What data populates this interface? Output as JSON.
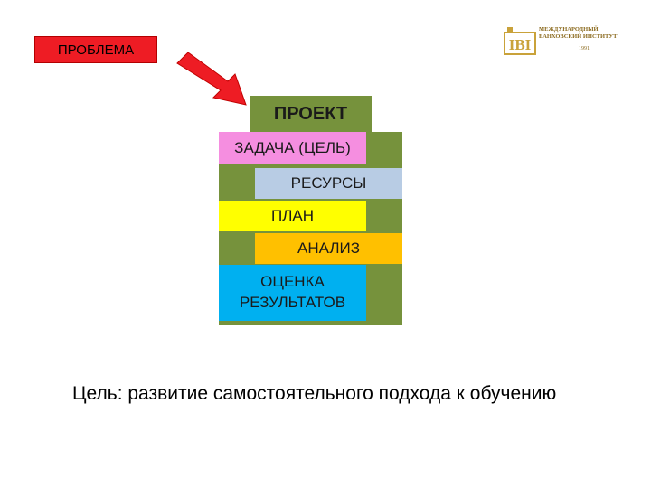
{
  "problem_label": "ПРОБЛЕМА",
  "project_label": "ПРОЕКТ",
  "blocks": {
    "task": "ЗАДАЧА (ЦЕЛЬ)",
    "resources": "РЕСУРСЫ",
    "plan": "ПЛАН",
    "analysis": "АНАЛИЗ",
    "evaluation_line1": "ОЦЕНКА",
    "evaluation_line2": "РЕЗУЛЬТАТОВ"
  },
  "goal_text": "Цель: развитие самостоятельного подхода к обучению",
  "logo": {
    "line1": "МЕЖДУНАРОДНЫЙ",
    "line2": "БАНХОВСКИЙ ИНСТИТУТ",
    "year": "1991"
  },
  "colors": {
    "problem": "#ee1c24",
    "arrow": "#ee1c24",
    "project": "#76923c",
    "task": "#f58ee0",
    "resources": "#b8cce4",
    "plan": "#ffff00",
    "analysis": "#ffc000",
    "evaluation": "#00b0f0",
    "logo": "#c9a23a"
  }
}
